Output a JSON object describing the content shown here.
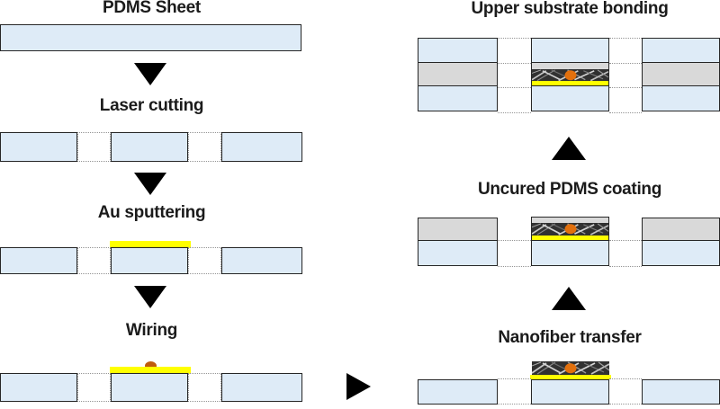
{
  "figure": {
    "left_column": {
      "steps": [
        {
          "label": "PDMS Sheet"
        },
        {
          "label": "Laser cutting"
        },
        {
          "label": "Au sputtering"
        },
        {
          "label": "Wiring"
        }
      ]
    },
    "right_column": {
      "steps": [
        {
          "label": "Upper substrate bonding"
        },
        {
          "label": "Uncured PDMS coating"
        },
        {
          "label": "Nanofiber transfer"
        }
      ]
    },
    "colors": {
      "pdms_substrate": "#deebf7",
      "uncured_pdms": "#d9d9d9",
      "au_layer": "#ffff00",
      "wire_contact": "#bf5b0e",
      "sensor_dot": "#e2700d",
      "nanofiber_mat": "#313131",
      "outline": "#262626",
      "cut_line": "#949494",
      "arrow": "#000000",
      "title_text": "#1b1b1b"
    }
  }
}
